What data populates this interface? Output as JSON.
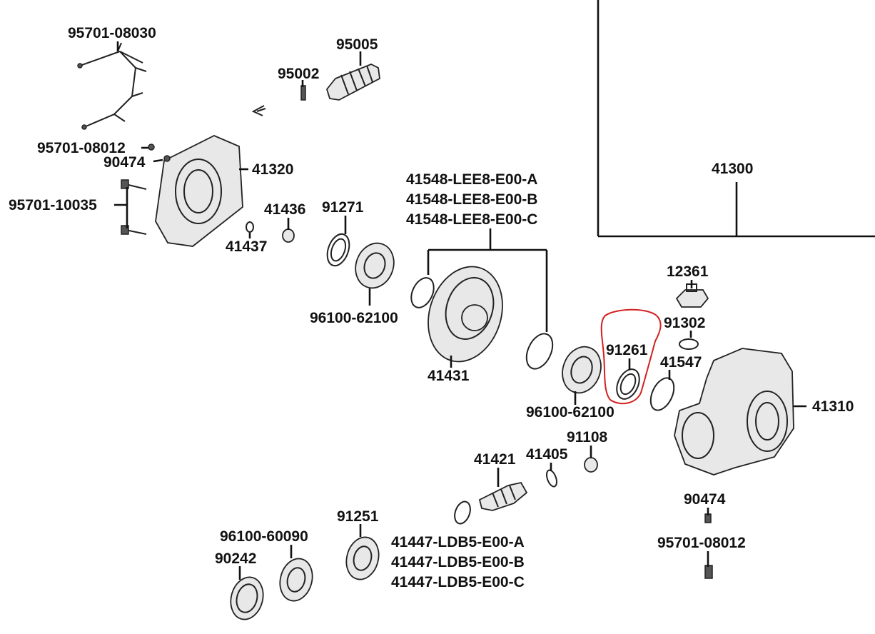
{
  "labels": {
    "p95701_08030": "95701-08030",
    "p95005": "95005",
    "p95002": "95002",
    "p95701_08012_a": "95701-08012",
    "p90474_a": "90474",
    "p41320": "41320",
    "p95701_10035": "95701-10035",
    "p41436": "41436",
    "p41437": "41437",
    "p91271": "91271",
    "p41548_a": "41548-LEE8-E00-A",
    "p41548_b": "41548-LEE8-E00-B",
    "p41548_c": "41548-LEE8-E00-C",
    "p41300": "41300",
    "p12361": "12361",
    "p91302": "91302",
    "p91261": "91261",
    "p41547": "41547",
    "p41310": "41310",
    "p96100_62100_a": "96100-62100",
    "p41431": "41431",
    "p96100_62100_b": "96100-62100",
    "p91108": "91108",
    "p41421": "41421",
    "p41405": "41405",
    "p90474_b": "90474",
    "p95701_08012_b": "95701-08012",
    "p91251": "91251",
    "p96100_60090": "96100-60090",
    "p90242": "90242",
    "p41447_a": "41447-LDB5-E00-A",
    "p41447_b": "41447-LDB5-E00-B",
    "p41447_c": "41447-LDB5-E00-C"
  },
  "highlight": {
    "part": "91261",
    "color": "#d42020"
  },
  "colors": {
    "ink": "#111111",
    "part_shade": "#e8e8e8"
  }
}
